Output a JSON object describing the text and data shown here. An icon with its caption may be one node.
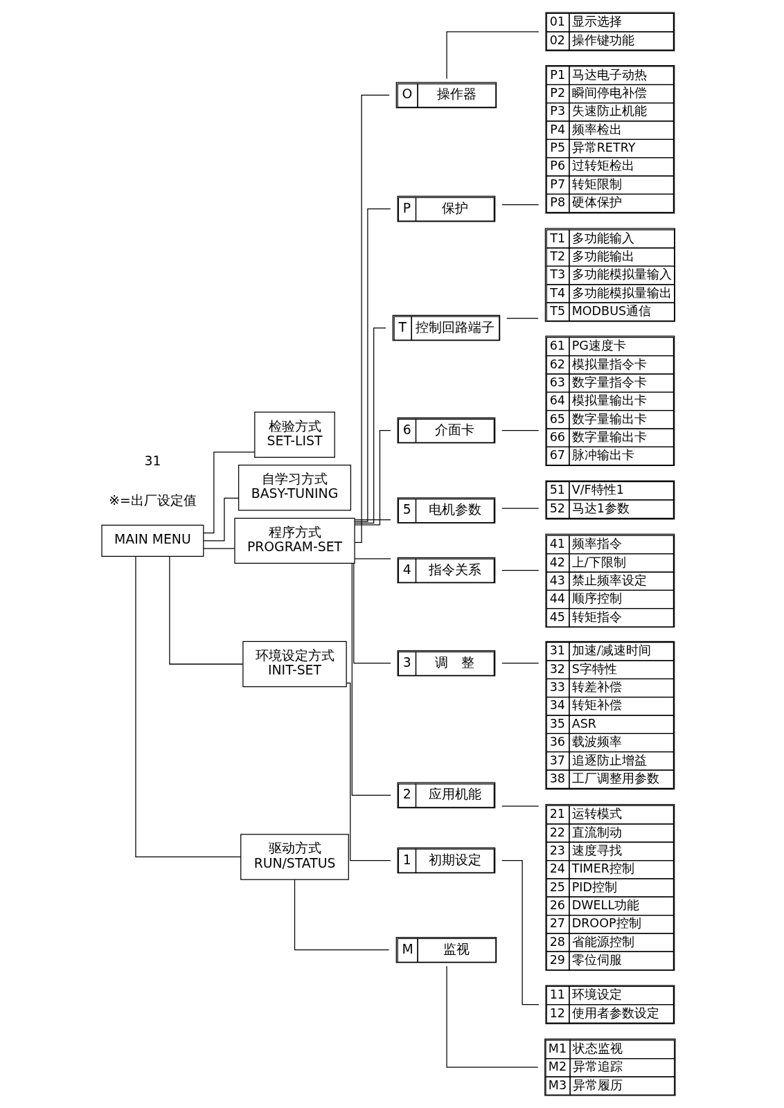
{
  "diagram": {
    "nodes": [
      {
        "text": [
          "MAIN MENU"
        ]
      },
      {
        "text": [
          "检验方式",
          "SET-LIST"
        ]
      },
      {
        "text": [
          "自学习方式",
          "BASY-TUNING"
        ]
      },
      {
        "text": [
          "程序方式",
          "PROGRAM-SET"
        ]
      },
      {
        "text": [
          "环境设定方式",
          "INIT-SET"
        ]
      },
      {
        "text": [
          "驱动方式",
          "RUN/STATUS"
        ]
      },
      {
        "text": [
          "O",
          "操作器"
        ]
      },
      {
        "text": [
          "P",
          "保护"
        ]
      },
      {
        "text": [
          "T",
          "控制回路端子"
        ]
      },
      {
        "text": [
          "6",
          "介面卡"
        ]
      },
      {
        "text": [
          "5",
          "电机参数"
        ]
      },
      {
        "text": [
          "4",
          "指令关系"
        ]
      },
      {
        "text": [
          "3",
          "调　整"
        ]
      },
      {
        "text": [
          "2",
          "应用机能"
        ]
      },
      {
        "text": [
          "1",
          "初期设定"
        ]
      },
      {
        "text": [
          "M",
          "监视"
        ]
      },
      {
        "text": [
          "01",
          "显示选择",
          "02",
          "操作键功能"
        ]
      },
      {
        "text": [
          "P1",
          "马达电子动热",
          "P2",
          "瞬间停电补偿",
          "P3",
          "失速防止机能",
          "P4",
          "频率检出",
          "P5",
          "异常RETRY",
          "P6",
          "过转矩检出",
          "P7",
          "转矩限制",
          "P8",
          "硬体保护"
        ]
      },
      {
        "text": [
          "T1",
          "多功能输入",
          "T2",
          "多功能输出",
          "T3",
          "多功能模拟量输入",
          "T4",
          "多功能模拟量输出",
          "T5",
          "MODBUS通信"
        ]
      },
      {
        "text": [
          "61",
          "PG速度卡",
          "62",
          "模拟量指令卡",
          "63",
          "数字量指令卡",
          "64",
          "模拟量输出卡",
          "65",
          "数字量输出卡",
          "66",
          "数字量输出卡",
          "67",
          "脉冲输出卡"
        ]
      },
      {
        "text": [
          "51",
          "V/F特性1",
          "52",
          "马达1参数"
        ]
      },
      {
        "text": [
          "41",
          "频率指令",
          "42",
          "上/下限制",
          "43",
          "禁止频率设定",
          "44",
          "顺序控制",
          "45",
          "转矩指令"
        ]
      },
      {
        "text": [
          "31",
          "加速/减速时间",
          "32",
          "S字特性",
          "33",
          "转差补偿",
          "34",
          "转矩补偿",
          "35",
          "ASR",
          "36",
          "载波频率",
          "37",
          "追逐防止增益",
          "38",
          "工厂调整用参数"
        ]
      },
      {
        "text": [
          "21",
          "运转模式",
          "22",
          "直流制动",
          "23",
          "速度寻找",
          "24",
          "TIMER控制",
          "25",
          "PID控制",
          "26",
          "DWELL功能",
          "27",
          "DROOP控制",
          "28",
          "省能源控制",
          "29",
          "零位伺服"
        ]
      },
      {
        "text": [
          "11",
          "环境设定",
          "12",
          "使用者参数设定"
        ]
      },
      {
        "text": [
          "M1",
          "状态监视",
          "M2",
          "异常追踪",
          "M3",
          "异常履历"
        ]
      }
    ],
    "edges": [
      {
        "from": 0,
        "to": 1,
        "arrow": "none"
      },
      {
        "from": 0,
        "to": 2,
        "arrow": "none"
      },
      {
        "from": 0,
        "to": 3,
        "arrow": "none"
      },
      {
        "from": 0,
        "to": 4,
        "arrow": "none"
      },
      {
        "from": 0,
        "to": 5,
        "arrow": "none"
      },
      {
        "from": 3,
        "to": 6,
        "arrow": "none"
      },
      {
        "from": 3,
        "to": 7,
        "arrow": "none"
      },
      {
        "from": 3,
        "to": 8,
        "arrow": "none"
      },
      {
        "from": 3,
        "to": 9,
        "arrow": "none"
      },
      {
        "from": 3,
        "to": 10,
        "arrow": "none"
      },
      {
        "from": 3,
        "to": 11,
        "arrow": "none"
      },
      {
        "from": 3,
        "to": 12,
        "arrow": "none"
      },
      {
        "from": 3,
        "to": 13,
        "arrow": "none"
      },
      {
        "from": 4,
        "to": 14,
        "arrow": "none"
      },
      {
        "from": 5,
        "to": 15,
        "arrow": "none"
      },
      {
        "from": 6,
        "to": 16,
        "arrow": "none"
      },
      {
        "from": 7,
        "to": 17,
        "arrow": "none"
      },
      {
        "from": 8,
        "to": 18,
        "arrow": "none"
      },
      {
        "from": 9,
        "to": 19,
        "arrow": "none"
      },
      {
        "from": 10,
        "to": 20,
        "arrow": "none"
      },
      {
        "from": 11,
        "to": 21,
        "arrow": "none"
      },
      {
        "from": 12,
        "to": 22,
        "arrow": "none"
      },
      {
        "from": 13,
        "to": 23,
        "arrow": "none"
      },
      {
        "from": 14,
        "to": 24,
        "arrow": "none"
      },
      {
        "from": 15,
        "to": 25,
        "arrow": "none"
      }
    ],
    "labels": [
      "※=出厂设定值",
      "31"
    ]
  }
}
